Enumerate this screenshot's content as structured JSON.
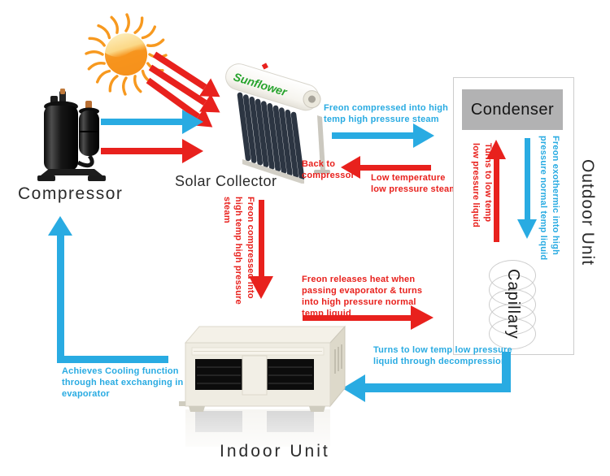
{
  "labels": {
    "compressor": "Compressor",
    "solar_collector": "Solar Collector",
    "collector_brand": "Sunflower",
    "outdoor_unit": "Outdoor Unit",
    "condenser": "Condenser",
    "capillary": "Capillary",
    "indoor_unit": "Indoor Unit"
  },
  "flow_annotations": {
    "compressed_to_condenser": "Freon compressed into high\ntemp high pressure steam",
    "back_to_compressor": "Back to\ncompressor",
    "low_temp_low_pressure_steam": "Low temperature\nlow pressure steam",
    "turns_to_low_temp_liquid": "Turns to low temp\nlow pressure liquid",
    "freon_exothermic": "Freon exothermic into high\npressure normal temp liquid",
    "collector_to_indoor": "Freon compressed into\nhigh temp high pressure\nsteam",
    "releases_heat": "Freon releases heat when\npassing evaporator & turns\ninto high pressure normal\ntemp liquid",
    "decompression": "Turns to low temp low pressure\nliquid through decompression",
    "cooling_function": "Achieves Cooling function\nthrough heat exchanging in\nevaporator"
  },
  "colors": {
    "hot_flow": "#e8211d",
    "cold_flow": "#29abe2",
    "condenser_bg": "#b2b2b3",
    "sun_core": "#f7941d",
    "label_text": "#2b2b2b"
  }
}
